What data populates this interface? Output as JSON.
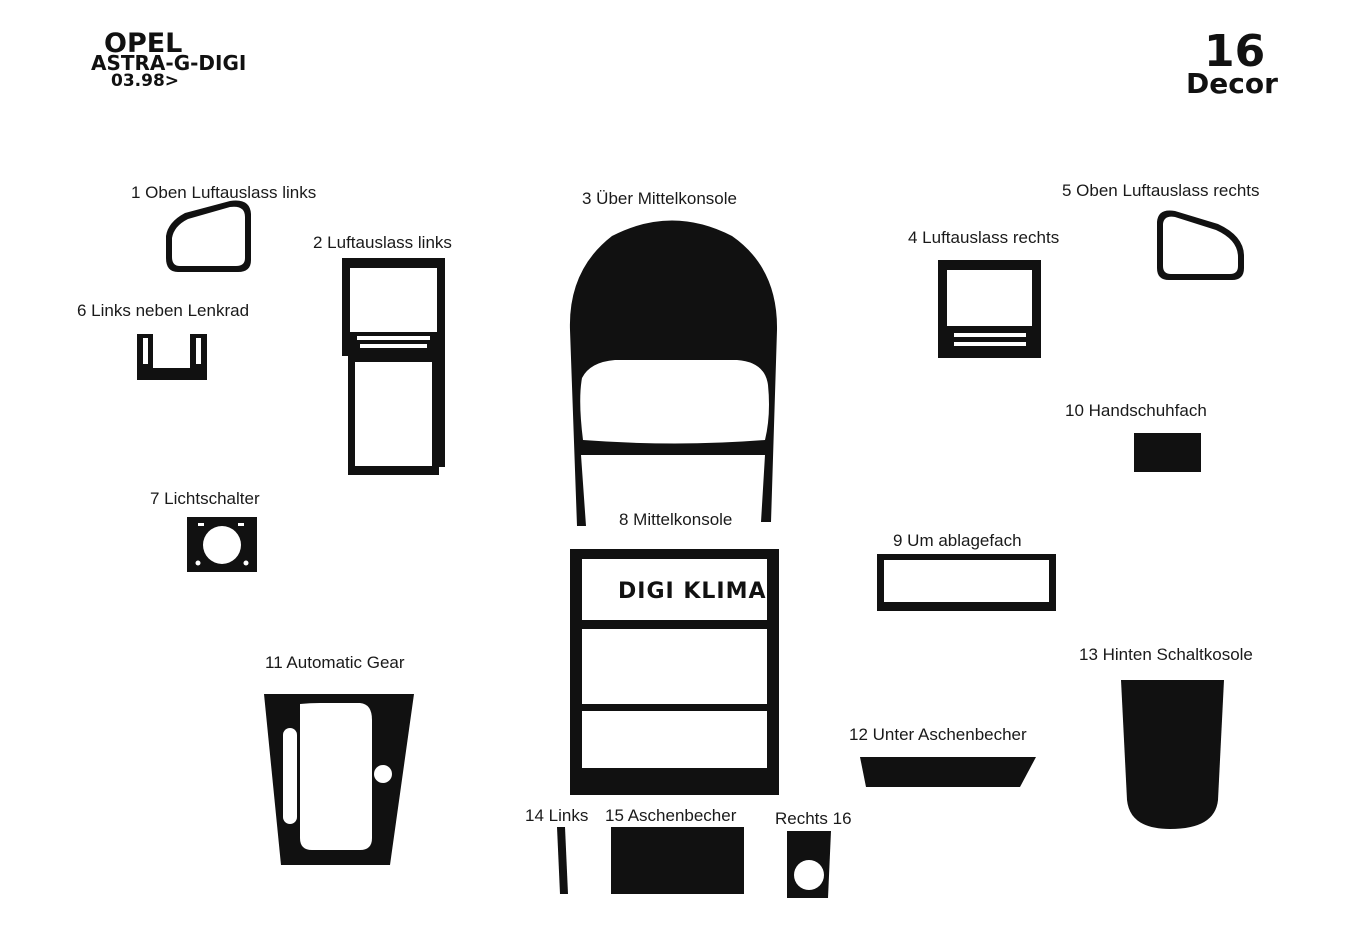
{
  "header": {
    "brand": "OPEL",
    "model": "ASTRA-G-DIGI",
    "date": "03.98>",
    "piece_count": "16",
    "piece_word": "Decor"
  },
  "parts": {
    "p1": "1 Oben Luftauslass links",
    "p2": "2 Luftauslass links",
    "p3": "3 Über  Mittelkonsole",
    "p4": "4 Luftauslass rechts",
    "p5": "5 Oben  Luftauslass rechts",
    "p6": "6 Links neben Lenkrad",
    "p7": "7 Lichtschalter",
    "p8": "8 Mittelkonsole",
    "p8_text": "DIGI KLIMA",
    "p9": "9  Um ablagefach",
    "p10": "10  Handschuhfach",
    "p11": "11 Automatic Gear",
    "p12": "12 Unter Aschenbecher",
    "p13": "13 Hinten Schaltkosole",
    "p14": "14 Links",
    "p15": "15 Aschenbecher",
    "p16": "Rechts 16"
  },
  "colors": {
    "piece": "#111111",
    "background": "#ffffff"
  }
}
